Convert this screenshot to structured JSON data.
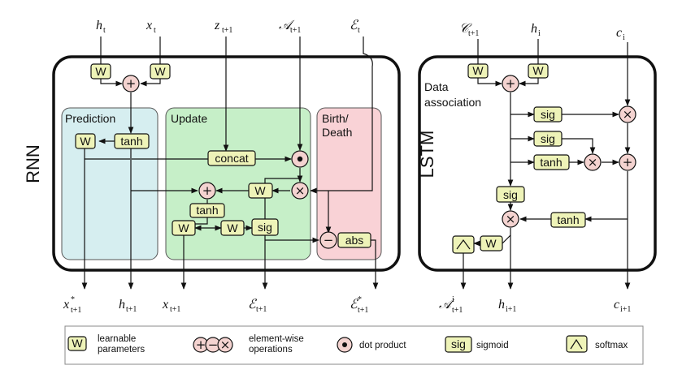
{
  "rnn": {
    "title": "RNN",
    "inputs": {
      "h": "h",
      "h_sub": "t",
      "x": "x",
      "x_sub": "t",
      "z": "z",
      "z_sub": "t+1",
      "A": "𝒜",
      "A_sub": "t+1",
      "E": "ℰ",
      "E_sub": "t"
    },
    "sections": {
      "prediction": "Prediction",
      "update": "Update",
      "birth1": "Birth/",
      "birth2": "Death"
    },
    "ops": {
      "w": "W",
      "tanh": "tanh",
      "concat": "concat",
      "sig": "sig",
      "abs": "abs"
    },
    "outputs": {
      "x": "x",
      "x_sup": "*",
      "x_sub": "t+1",
      "h": "h",
      "h_sub": "t+1",
      "x2": "x",
      "x2_sub": "t+1",
      "E": "ℰ",
      "E_sub": "t+1",
      "E2": "ℰ",
      "E2_sup": "*",
      "E2_sub": "t+1"
    }
  },
  "lstm": {
    "title": "LSTM",
    "label1": "Data",
    "label2": "association",
    "inputs": {
      "C": "𝒞",
      "C_sub": "t+1",
      "h": "h",
      "h_sub": "i",
      "c": "c",
      "c_sub": "i"
    },
    "ops": {
      "w": "W",
      "sig": "sig",
      "tanh": "tanh"
    },
    "outputs": {
      "A": "𝒜",
      "A_sup": "i",
      "A_sub": "t+1",
      "h": "h",
      "h_sub": "i+1",
      "c": "c",
      "c_sub": "i+1"
    }
  },
  "legend": {
    "w_symbol": "W",
    "learnable1": "learnable",
    "learnable2": "parameters",
    "elementwise1": "element-wise",
    "elementwise2": "operations",
    "dot": "dot product",
    "sig_symbol": "sig",
    "sigmoid": "sigmoid",
    "softmax": "softmax"
  },
  "colors": {
    "prediction": "#d6eef0",
    "update": "#c6efc8",
    "birth": "#f9d2d6",
    "param_box": "#eef3b8",
    "op_circle": "#f4d3d0"
  }
}
